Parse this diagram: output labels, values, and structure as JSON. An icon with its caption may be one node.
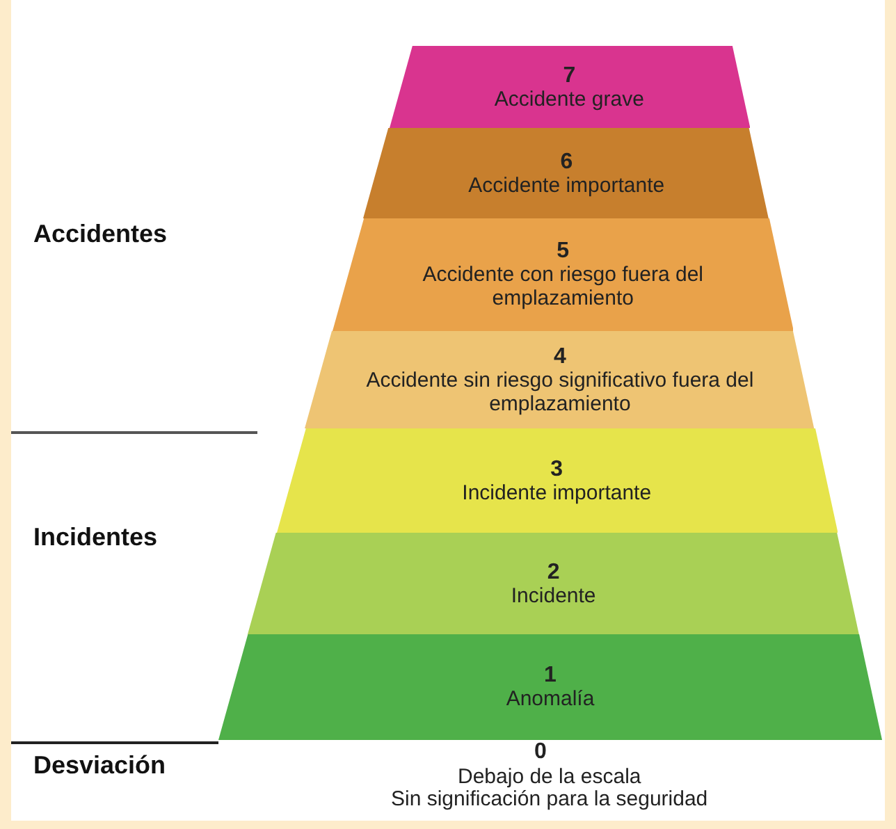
{
  "diagram": {
    "nodes": [
      {
        "text": [
          "7",
          "Accidente grave"
        ]
      },
      {
        "text": [
          "6",
          "Accidente importante"
        ]
      },
      {
        "text": [
          "5",
          "Accidente con riesgo fuera del emplazamiento"
        ]
      },
      {
        "text": [
          "4",
          "Accidente sin riesgo significativo fuera del emplazamiento"
        ]
      },
      {
        "text": [
          "3",
          "Incidente importante"
        ]
      },
      {
        "text": [
          "2",
          "Incidente"
        ]
      },
      {
        "text": [
          "1",
          "Anomalía"
        ]
      }
    ],
    "edges": [],
    "labels": [
      "Accidentes",
      "Incidentes",
      "Desviación",
      "0",
      "Debajo de la escala",
      "Sin significación para la seguridad"
    ]
  }
}
